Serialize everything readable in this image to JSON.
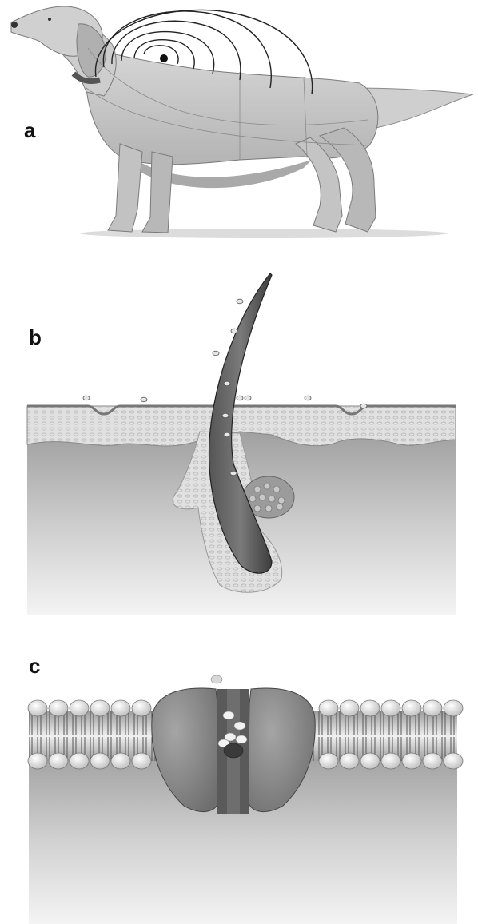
{
  "figure": {
    "panels": [
      {
        "label": "a",
        "subject": "dog-with-concentric-diffusion-rings"
      },
      {
        "label": "b",
        "subject": "skin-cross-section-with-hair-follicle-and-gland"
      },
      {
        "label": "c",
        "subject": "lipid-bilayer-with-membrane-channel-protein"
      }
    ]
  },
  "colors": {
    "fur": "#c9c9c9",
    "fur_dark": "#8e8e8e",
    "outline": "#3a3a3a",
    "skin_layer": "#d8d8d8",
    "tissue_gradient_top": "#9a9a9a",
    "tissue_gradient_bottom": "#f2f2f2",
    "protein": "#8f8f8f",
    "lipid_head": "#e6e6e6"
  }
}
